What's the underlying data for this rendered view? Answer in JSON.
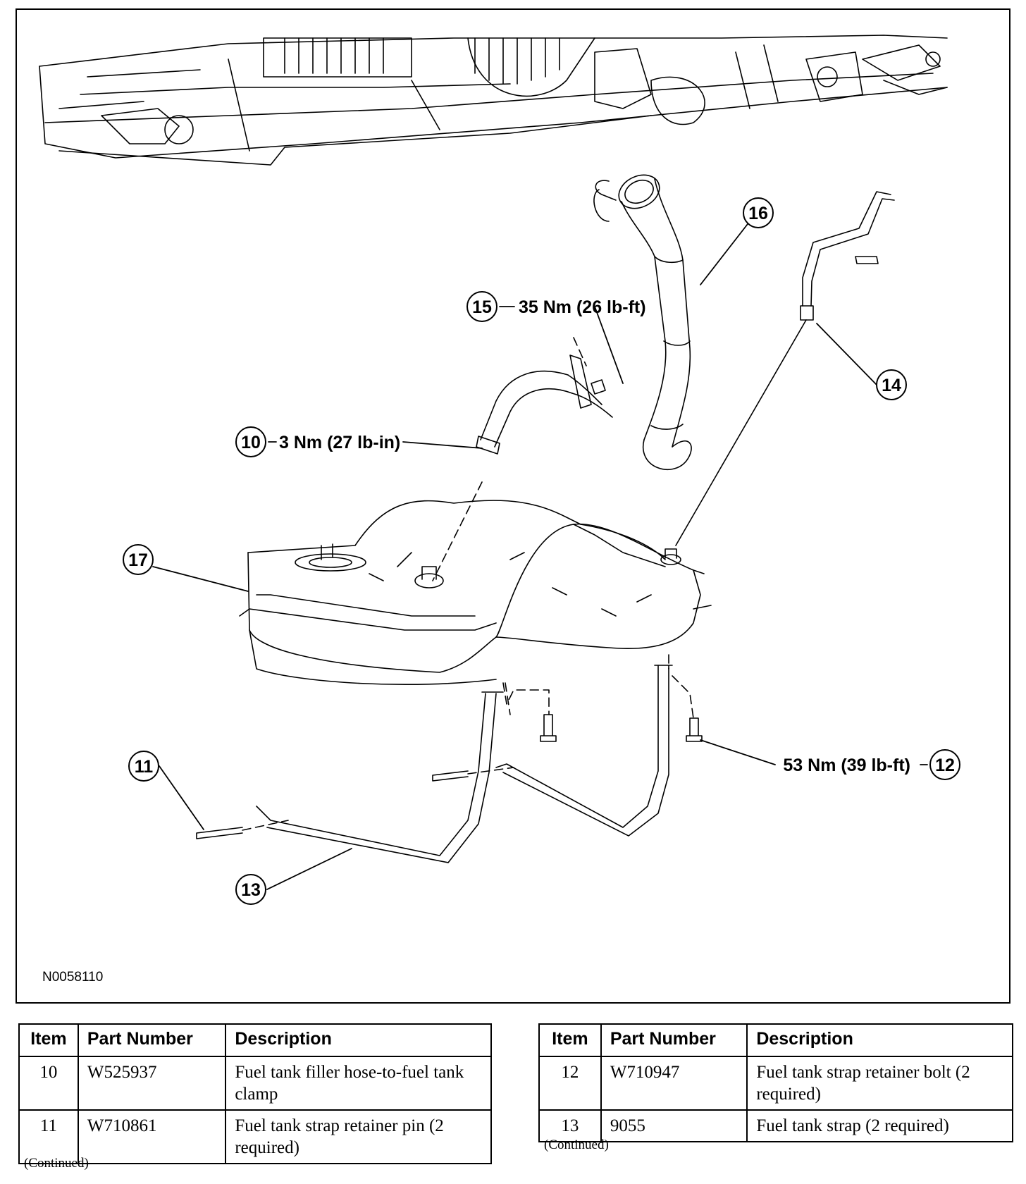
{
  "figure": {
    "id": "N0058110",
    "callouts": [
      {
        "num": "10",
        "torque": "3 Nm (27 lb-in)"
      },
      {
        "num": "11"
      },
      {
        "num": "12",
        "torque": "53 Nm (39 lb-ft)"
      },
      {
        "num": "13"
      },
      {
        "num": "14"
      },
      {
        "num": "15",
        "torque": "35 Nm (26 lb-ft)"
      },
      {
        "num": "16"
      },
      {
        "num": "17"
      }
    ]
  },
  "table_left": {
    "headers": {
      "item": "Item",
      "part_number": "Part Number",
      "description": "Description"
    },
    "rows": [
      {
        "item": "10",
        "part_number": "W525937",
        "description": "Fuel tank filler hose-to-fuel tank clamp"
      },
      {
        "item": "11",
        "part_number": "W710861",
        "description": "Fuel tank strap retainer pin (2 required)"
      }
    ],
    "continued": "(Continued)"
  },
  "table_right": {
    "headers": {
      "item": "Item",
      "part_number": "Part Number",
      "description": "Description"
    },
    "rows": [
      {
        "item": "12",
        "part_number": "W710947",
        "description": "Fuel tank strap retainer bolt (2 required)"
      },
      {
        "item": "13",
        "part_number": "9055",
        "description": "Fuel tank strap (2 required)"
      }
    ],
    "continued": "(Continued)"
  }
}
